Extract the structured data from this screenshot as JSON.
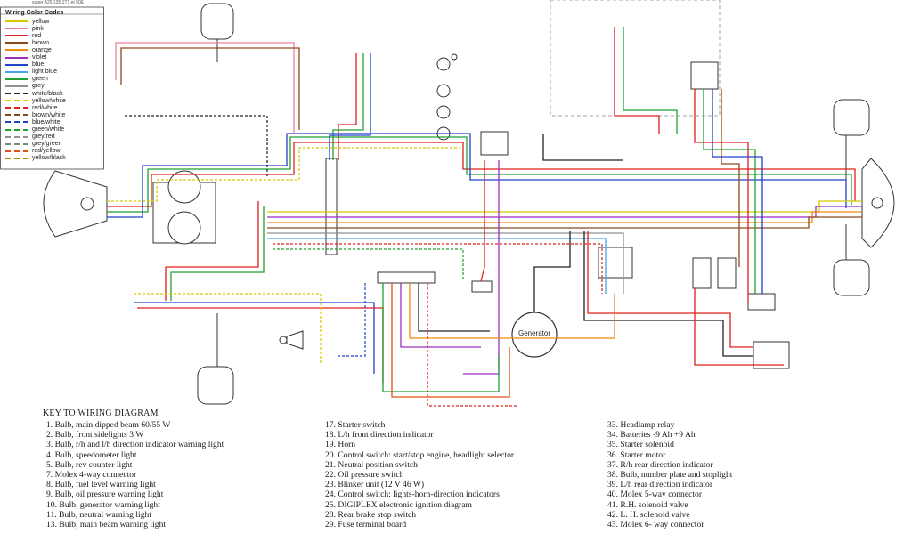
{
  "legend": {
    "header_note": "super A25 135 1T1 et 50E",
    "title": "Wiring  Color  Codes",
    "items": [
      {
        "label": "yellow",
        "color": "#d8c800",
        "style": "solid"
      },
      {
        "label": "pink",
        "color": "#ef7fa0",
        "style": "solid"
      },
      {
        "label": "red",
        "color": "#e0201a",
        "style": "solid"
      },
      {
        "label": "brown",
        "color": "#8b4a1c",
        "style": "solid"
      },
      {
        "label": "orange",
        "color": "#f08a10",
        "style": "solid"
      },
      {
        "label": "violet",
        "color": "#9a2fc0",
        "style": "solid"
      },
      {
        "label": "blue",
        "color": "#2040d0",
        "style": "solid"
      },
      {
        "label": "light blue",
        "color": "#40a8e8",
        "style": "solid"
      },
      {
        "label": "green",
        "color": "#20a030",
        "style": "solid"
      },
      {
        "label": "grey",
        "color": "#909090",
        "style": "solid"
      },
      {
        "label": "white/black",
        "color": "#222222",
        "style": "dashed"
      },
      {
        "label": "yellow/white",
        "color": "#d8c800",
        "style": "dashed"
      },
      {
        "label": "red/white",
        "color": "#e0201a",
        "style": "dashed"
      },
      {
        "label": "brown/white",
        "color": "#8b4a1c",
        "style": "dashed"
      },
      {
        "label": "blue/white",
        "color": "#2040d0",
        "style": "dashed"
      },
      {
        "label": "green/white",
        "color": "#20a030",
        "style": "dashed"
      },
      {
        "label": "grey/red",
        "color": "#909090",
        "style": "dashed"
      },
      {
        "label": "grey/green",
        "color": "#709070",
        "style": "dashed"
      },
      {
        "label": "red/yellow",
        "color": "#e05010",
        "style": "dashed"
      },
      {
        "label": "yellow/black",
        "color": "#a09000",
        "style": "dashed"
      }
    ]
  },
  "components": {
    "generator_label": "Generator"
  },
  "key": {
    "title": "KEY TO WIRING DIAGRAM",
    "columns": [
      [
        "1. Bulb, main dipped beam 60/55 W",
        "2. Bulb, front sidelights 3 W",
        "3. Bulb, r/h and l/h direction indicator warning light",
        "4. Bulb, speedometer light",
        "5. Bulb, rev counter light",
        "7. Molex 4-way connector",
        "8. Bulb, fuel level warning light",
        "9. Bulb, oil pressure warning light",
        "10. Bulb, generator warning light",
        "11. Bulb, neutral warning light",
        "13. Bulb, main beam warning light"
      ],
      [
        "17. Starter switch",
        "18. L/h front direction indicator",
        "19. Horn",
        "20. Control switch: start/stop engine, headlight selector",
        "21. Neutral position switch",
        "22. Oil pressure switch",
        "23. Blinker unit (12 V 46 W)",
        "24. Control switch: lights-horn-direction indicators",
        "25. DIGIPLEX electronic ignition diagram",
        "28. Rear brake stop switch",
        "29. Fuse terminal board"
      ],
      [
        "33. Headlamp relay",
        "34. Batteries -9 Ah +9 Ah",
        "35. Starter solenoid",
        "36. Starter motor",
        "37. R/h rear direction indicator",
        "38. Bulb, number plate and stoplight",
        "39. L/h rear direction indicator",
        "40. Molex 5-way connector",
        "41. R.H. solenoid valve",
        "42. L. H. solenoid valve",
        "43. Molex 6- way connector"
      ]
    ]
  }
}
